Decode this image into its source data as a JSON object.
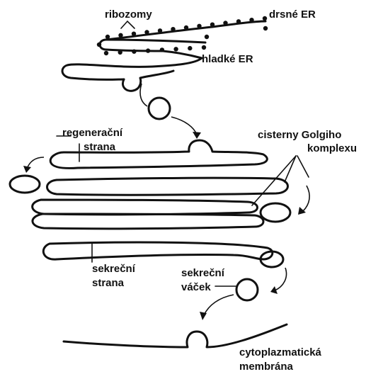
{
  "labels": {
    "ribosomes": "ribozomy",
    "rough_er": "drsné ER",
    "smooth_er": "hladké ER",
    "regen_side_1": "regenerační",
    "regen_side_2": "strana",
    "golgi_cisternae_1": "cisterny Golgiho",
    "golgi_cisternae_2": "komplexu",
    "secretory_side_1": "sekreční",
    "secretory_side_2": "strana",
    "secretory_vesicle_1": "sekreční",
    "secretory_vesicle_2": "váček",
    "membrane_1": "cytoplazmatická",
    "membrane_2": "membrána"
  }
}
